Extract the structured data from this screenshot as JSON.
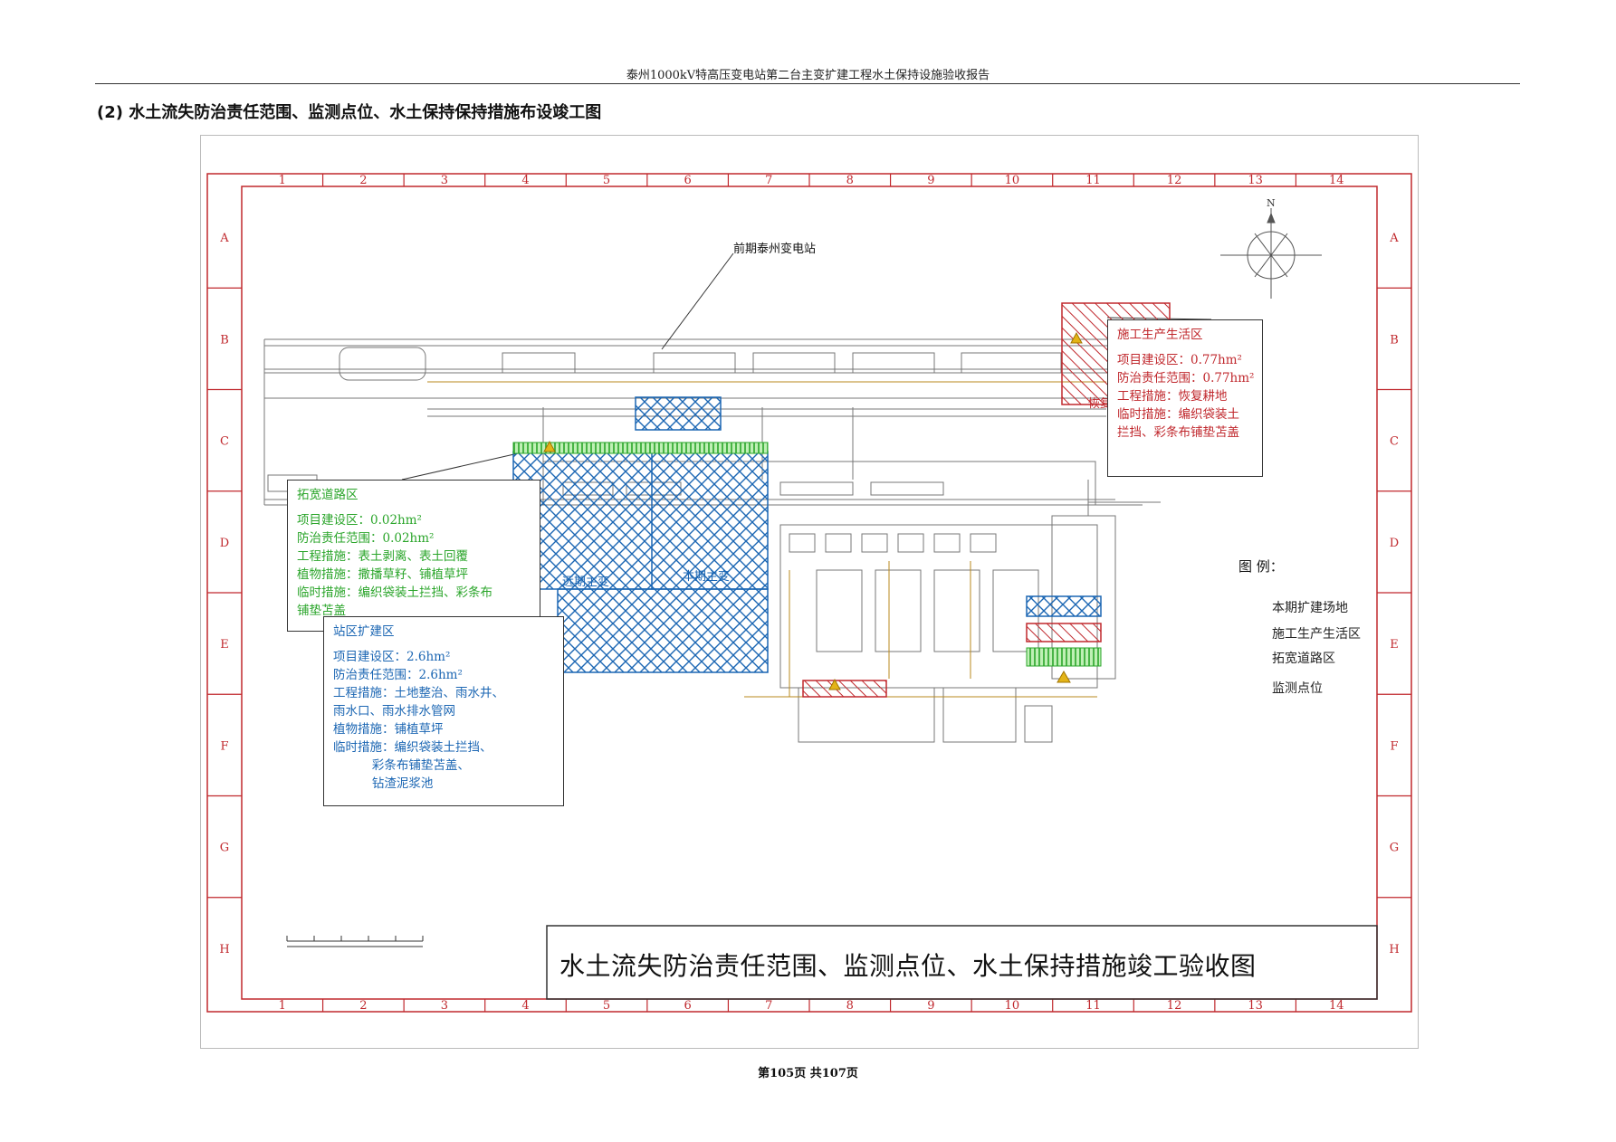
{
  "header": {
    "title": "泰州1000kV特高压变电站第二台主变扩建工程水土保持设施验收报告"
  },
  "section_title": "(2) 水土流失防治责任范围、监测点位、水土保持保持措施布设竣工图",
  "grid": {
    "columns": [
      "1",
      "2",
      "3",
      "4",
      "5",
      "6",
      "7",
      "8",
      "9",
      "10",
      "11",
      "12",
      "13",
      "14"
    ],
    "rows": [
      "A",
      "B",
      "C",
      "D",
      "E",
      "F",
      "G",
      "H"
    ]
  },
  "map_labels": {
    "existing_station": "前期泰州变电站",
    "restore_farmland": "恢复耕地",
    "new_transformer_1": "远期主变",
    "new_transformer_2": "本期主变",
    "compass_north": "N"
  },
  "callouts": {
    "construction_area": {
      "title": "施工生产生活区",
      "lines": [
        "项目建设区：0.77hm²",
        "防治责任范围：0.77hm²",
        "工程措施：恢复耕地",
        "临时措施：编织袋装土",
        "拦挡、彩条布铺垫苫盖"
      ]
    },
    "road_area": {
      "title": "拓宽道路区",
      "lines": [
        "项目建设区：0.02hm²",
        "防治责任范围：0.02hm²",
        "工程措施：表土剥离、表土回覆",
        "植物措施：撒播草籽、铺植草坪",
        "临时措施：编织袋装土拦挡、彩条布",
        "铺垫苫盖"
      ]
    },
    "station_area": {
      "title": "站区扩建区",
      "lines": [
        "项目建设区：2.6hm²",
        "防治责任范围：2.6hm²",
        "工程措施：土地整治、雨水井、",
        "雨水口、雨水排水管网",
        "植物措施：铺植草坪",
        "临时措施：编织袋装土拦挡、",
        "          彩条布铺垫苫盖、",
        "          钻渣泥浆池"
      ]
    }
  },
  "legend": {
    "title": "图  例：",
    "items": [
      {
        "label": "本期扩建场地",
        "color": "#1b66b3"
      },
      {
        "label": "施工生产生活区",
        "color": "#c0282d"
      },
      {
        "label": "拓宽道路区",
        "color": "#2aa52a"
      },
      {
        "label": "监测点位",
        "color": "#e3b418"
      }
    ]
  },
  "drawing_title": "水土流失防治责任范围、监测点位、水土保持措施竣工验收图",
  "footer": {
    "page_text": "第105页   共107页"
  },
  "colors": {
    "frame": "#c0282d",
    "hatch_blue": "#1b66b3",
    "hatch_red": "#c0282d",
    "hatch_green": "#2aa52a",
    "monitor": "#e3b418"
  }
}
